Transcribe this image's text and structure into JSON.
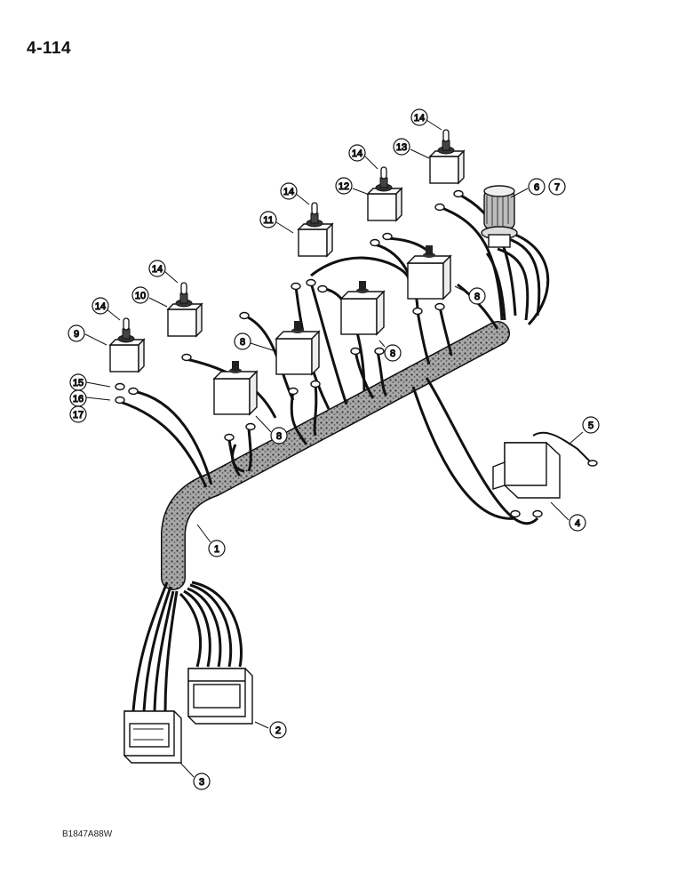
{
  "page_number": "4-114",
  "figure_code": "B1847A88W",
  "colors": {
    "ink": "#111111",
    "paper": "#ffffff",
    "wrap": "#8c8c8c"
  },
  "callouts": [
    "14",
    "14",
    "14",
    "14",
    "14",
    "13",
    "6",
    "7",
    "12",
    "11",
    "10",
    "9",
    "15",
    "16",
    "17",
    "8",
    "8",
    "8",
    "8",
    "5",
    "4",
    "1",
    "2",
    "3"
  ]
}
